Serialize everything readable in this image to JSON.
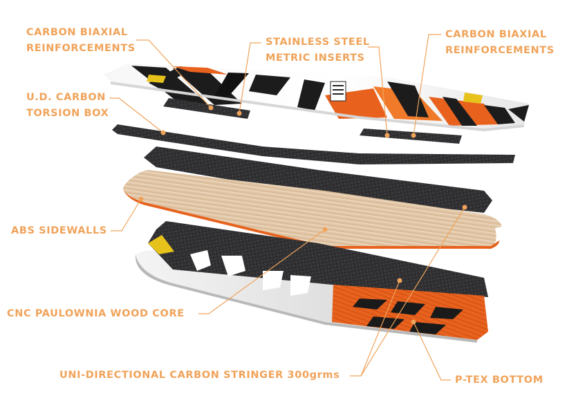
{
  "labels": {
    "carbon_biaxial_left": {
      "line1": "CARBON BIAXIAL",
      "line2": "REINFORCEMENTS"
    },
    "stainless_inserts": {
      "line1": "STAINLESS STEEL",
      "line2": "METRIC INSERTS"
    },
    "carbon_biaxial_right": {
      "line1": "CARBON BIAXIAL",
      "line2": "REINFORCEMENTS"
    },
    "ud_carbon": {
      "line1": "U.D. CARBON",
      "line2": "TORSION BOX"
    },
    "abs_sidewalls": "ABS SIDEWALLS",
    "wood_core": "CNC PAULOWNIA WOOD CORE",
    "stringer": "UNI-DIRECTIONAL CARBON STRINGER 300grms",
    "ptex": "P-TEX BOTTOM"
  },
  "colors": {
    "label": "#f0a35a",
    "leader": "#f0a35a",
    "carbon": "#2e2e30",
    "wood": "#e6cfb4",
    "orange": "#e8621e",
    "yellow": "#e6c21a"
  }
}
